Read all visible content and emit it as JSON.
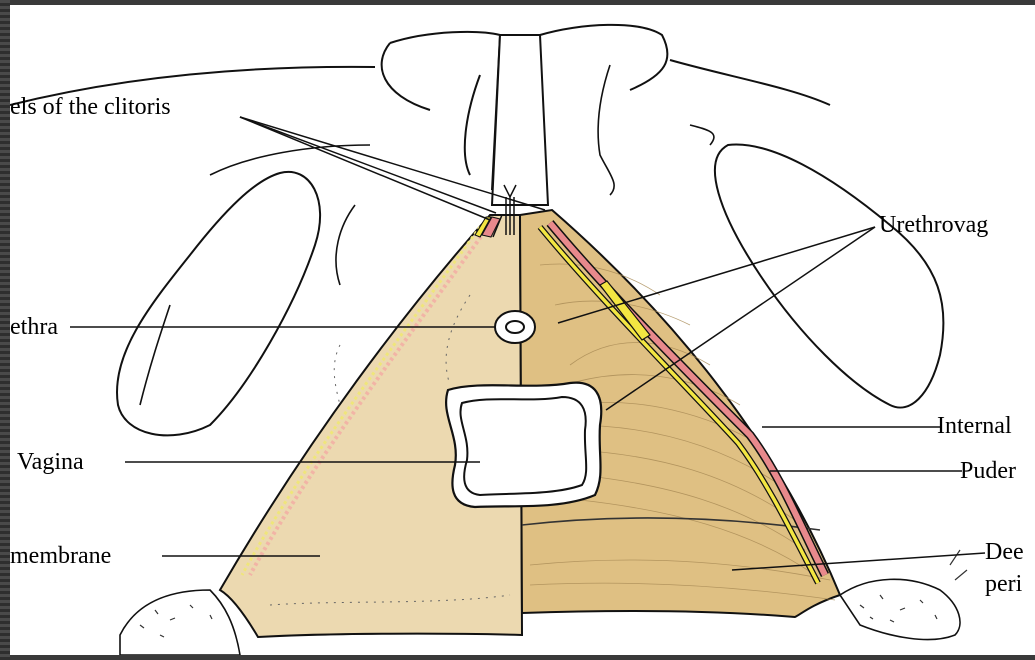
{
  "labels": {
    "clitoris": "els of the clitoris",
    "urethrovaginal": "Urethrovag",
    "urethra": "ethra",
    "vagina": "Vagina",
    "membrane": "membrane",
    "internal": "Internal",
    "pudendal": "Puder",
    "deep": "Dee",
    "peri": "peri"
  },
  "colors": {
    "tissue_left": "#ecd9b0",
    "tissue_right": "#dfc083",
    "artery": "#e8898c",
    "nerve": "#f3e642",
    "outline": "#111111"
  }
}
